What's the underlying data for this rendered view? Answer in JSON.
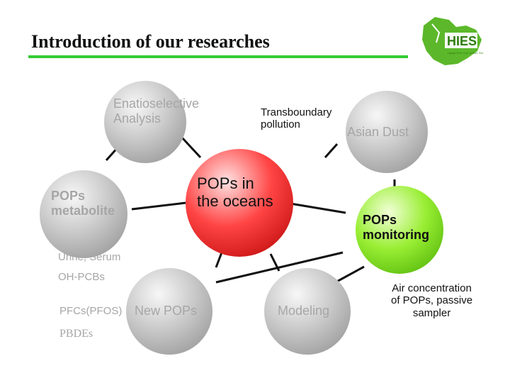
{
  "title": "Introduction of our researches",
  "colors": {
    "accent": "#33cc33",
    "center": "#ff3333",
    "monitoring": "#88dd22",
    "node": "#b3b3b3"
  },
  "logo": {
    "text": "HIES",
    "subtitle": "Hyogo Pref. Inst. of Env. Sci."
  },
  "nodes": {
    "enantioselective": "Enatioselective\nAnalysis",
    "asian_dust": "Asian Dust",
    "metabolite": "POPs\nmetabolite",
    "center": "POPs in\nthe oceans",
    "monitoring": "POPs\nmonitoring",
    "new_pops": "New POPs",
    "modeling": "Modeling"
  },
  "labels": {
    "transboundary": "Transboundary\npollution",
    "urine": "Urine, Serum",
    "ohpcbs": "OH-PCBs",
    "pfcs": "PFCs(PFOS)",
    "pbdes": "PBDEs",
    "air": "Air concentration\nof POPs, passive\nsampler"
  }
}
